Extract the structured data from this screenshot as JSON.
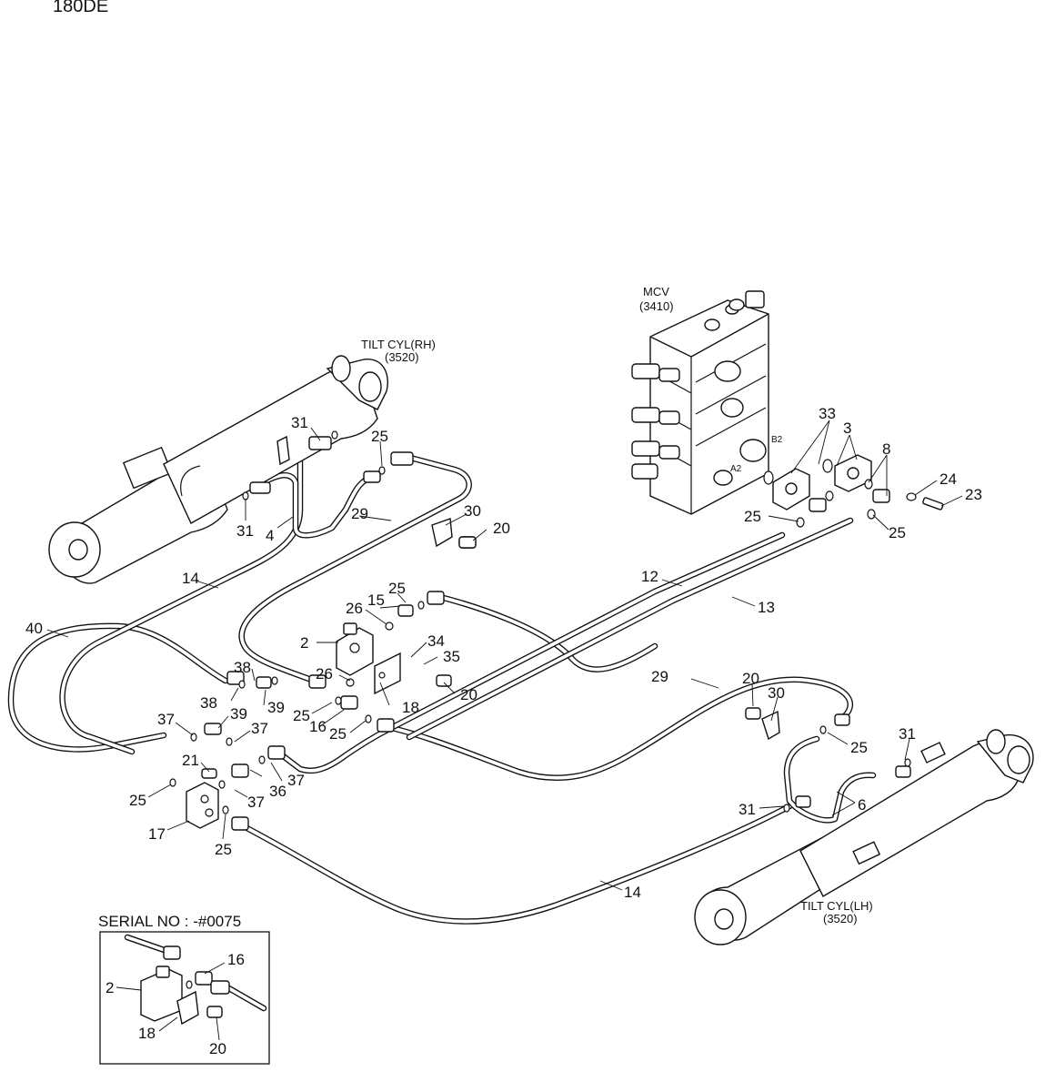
{
  "header": {
    "model": "180DE"
  },
  "captions": {
    "mcv_name": "MCV",
    "mcv_ref": "(3410)",
    "port_b2": "B2",
    "port_a2": "A2",
    "tilt_rh_name": "TILT CYL(RH)",
    "tilt_rh_ref": "(3520)",
    "tilt_lh_name": "TILT CYL(LH)",
    "tilt_lh_ref": "(3520)"
  },
  "labels": [
    "33",
    "3",
    "8",
    "24",
    "23",
    "25",
    "25",
    "31",
    "25",
    "30",
    "20",
    "29",
    "31",
    "4",
    "14",
    "12",
    "13",
    "40",
    "25",
    "15",
    "26",
    "2",
    "34",
    "35",
    "20",
    "26",
    "18",
    "38",
    "38",
    "39",
    "25",
    "16",
    "25",
    "37",
    "39",
    "37",
    "21",
    "36",
    "37",
    "37",
    "25",
    "17",
    "25",
    "29",
    "20",
    "30",
    "25",
    "31",
    "31",
    "6",
    "14"
  ],
  "inset": {
    "title": "SERIAL NO : -#0075",
    "labels": [
      "16",
      "2",
      "18",
      "20"
    ]
  }
}
